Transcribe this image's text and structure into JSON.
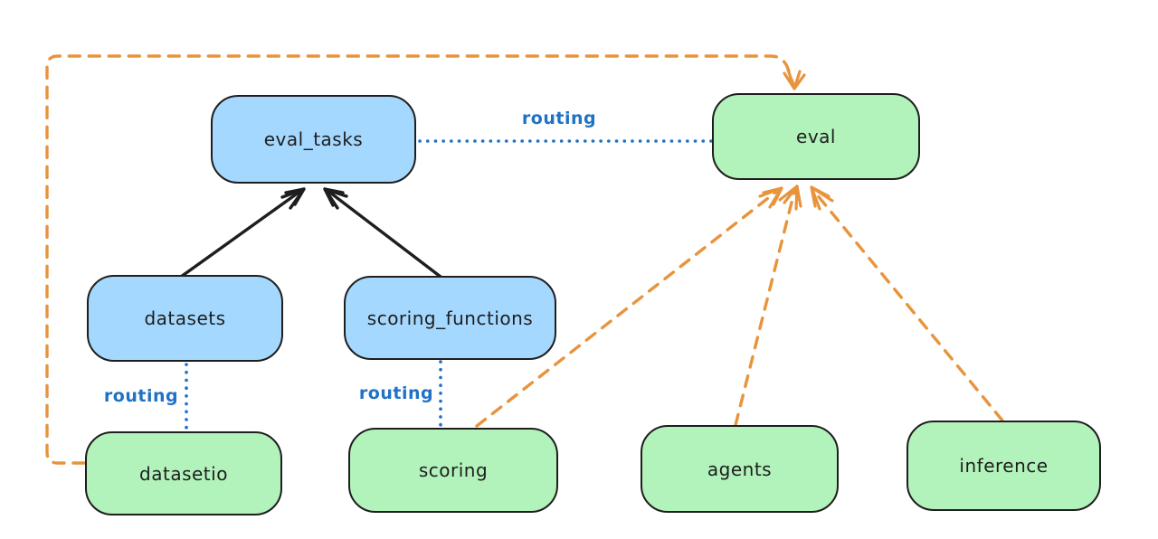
{
  "palette": {
    "bg": "#ffffff",
    "node-blue-fill": "#a5d8ff",
    "node-green-fill": "#b2f2bb",
    "stroke-dark": "#1e1e1e",
    "accent-blue": "#1f72c4",
    "accent-orange": "#e8943c"
  },
  "diagram": {
    "nodes": [
      {
        "id": "eval_tasks",
        "label": "eval_tasks",
        "color": "blue"
      },
      {
        "id": "eval",
        "label": "eval",
        "color": "green"
      },
      {
        "id": "datasets",
        "label": "datasets",
        "color": "blue"
      },
      {
        "id": "scoring_functions",
        "label": "scoring_functions",
        "color": "blue"
      },
      {
        "id": "datasetio",
        "label": "datasetio",
        "color": "green"
      },
      {
        "id": "scoring",
        "label": "scoring",
        "color": "green"
      },
      {
        "id": "agents",
        "label": "agents",
        "color": "green"
      },
      {
        "id": "inference",
        "label": "inference",
        "color": "green"
      }
    ],
    "edges": [
      {
        "from": "datasets",
        "to": "eval_tasks",
        "style": "solid-black-arrow",
        "label": ""
      },
      {
        "from": "scoring_functions",
        "to": "eval_tasks",
        "style": "solid-black-arrow",
        "label": ""
      },
      {
        "from": "eval_tasks",
        "to": "eval",
        "style": "dotted-blue",
        "label": "routing"
      },
      {
        "from": "datasets",
        "to": "datasetio",
        "style": "dotted-blue",
        "label": "routing"
      },
      {
        "from": "scoring_functions",
        "to": "scoring",
        "style": "dotted-blue",
        "label": "routing"
      },
      {
        "from": "datasetio",
        "to": "eval",
        "style": "dashed-orange-arrow",
        "label": ""
      },
      {
        "from": "scoring",
        "to": "eval",
        "style": "dashed-orange-arrow",
        "label": ""
      },
      {
        "from": "agents",
        "to": "eval",
        "style": "dashed-orange-arrow",
        "label": ""
      },
      {
        "from": "inference",
        "to": "eval",
        "style": "dashed-orange-arrow",
        "label": ""
      }
    ]
  }
}
